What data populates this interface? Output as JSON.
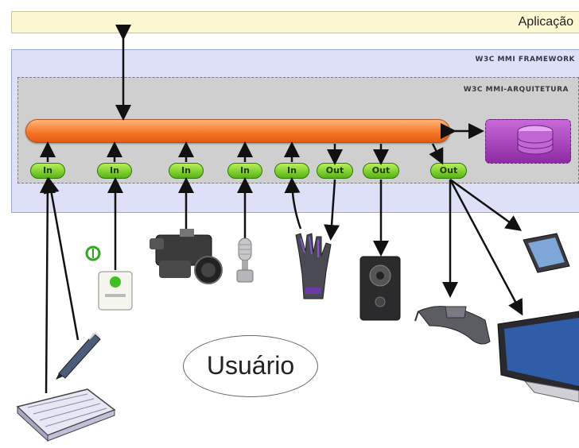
{
  "application": {
    "label": "Aplicação"
  },
  "framework": {
    "label": "W3C MMI FRAMEWORK"
  },
  "architecture": {
    "label": "W3C MMI-ARQUITETURA"
  },
  "inputs": [
    "In",
    "In",
    "In",
    "In",
    "In"
  ],
  "outputs": [
    "Out",
    "Out",
    "Out"
  ],
  "user": {
    "label": "Usuário"
  },
  "devices": [
    "keyboard-icon",
    "pen-icon",
    "phone-icon",
    "video-camera-icon",
    "microphone-icon",
    "data-glove-icon",
    "speaker-icon",
    "vr-glasses-icon",
    "smartphone-icon",
    "monitor-icon",
    "database-icon"
  ],
  "colors": {
    "bus": "#f7772a",
    "pill": "#6cc31c",
    "framework": "#dde0f6",
    "architecture": "#cfcfcf",
    "application": "#fbf7d2"
  }
}
